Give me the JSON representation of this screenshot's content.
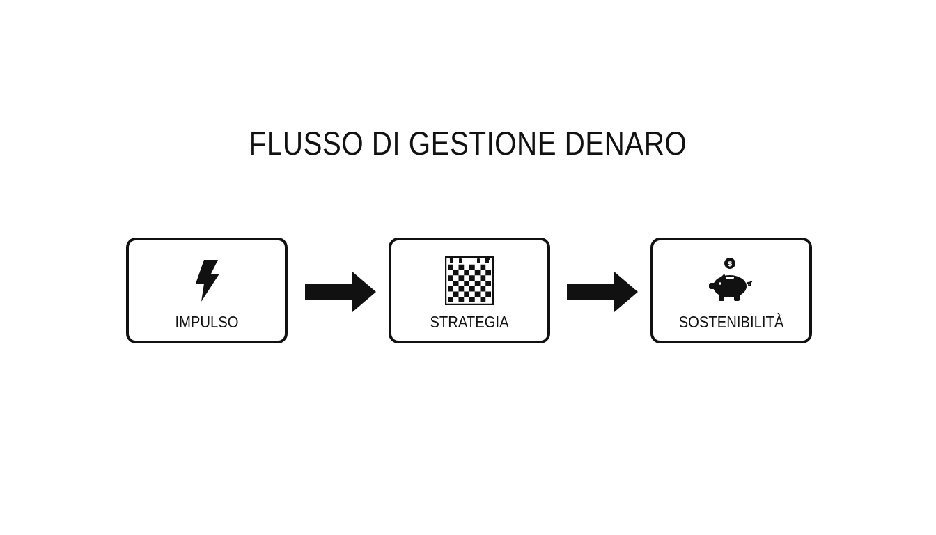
{
  "title": "FLUSSO DI GESTIONE DENARO",
  "steps": [
    {
      "label": "IMPULSO",
      "icon": "lightning-bolt-icon"
    },
    {
      "label": "STRATEGIA",
      "icon": "chessboard-icon"
    },
    {
      "label": "SOSTENIBILITÀ",
      "icon": "piggy-bank-icon"
    }
  ],
  "piggy_coin_symbol": "$",
  "colors": {
    "stroke": "#111111",
    "background": "#ffffff"
  }
}
